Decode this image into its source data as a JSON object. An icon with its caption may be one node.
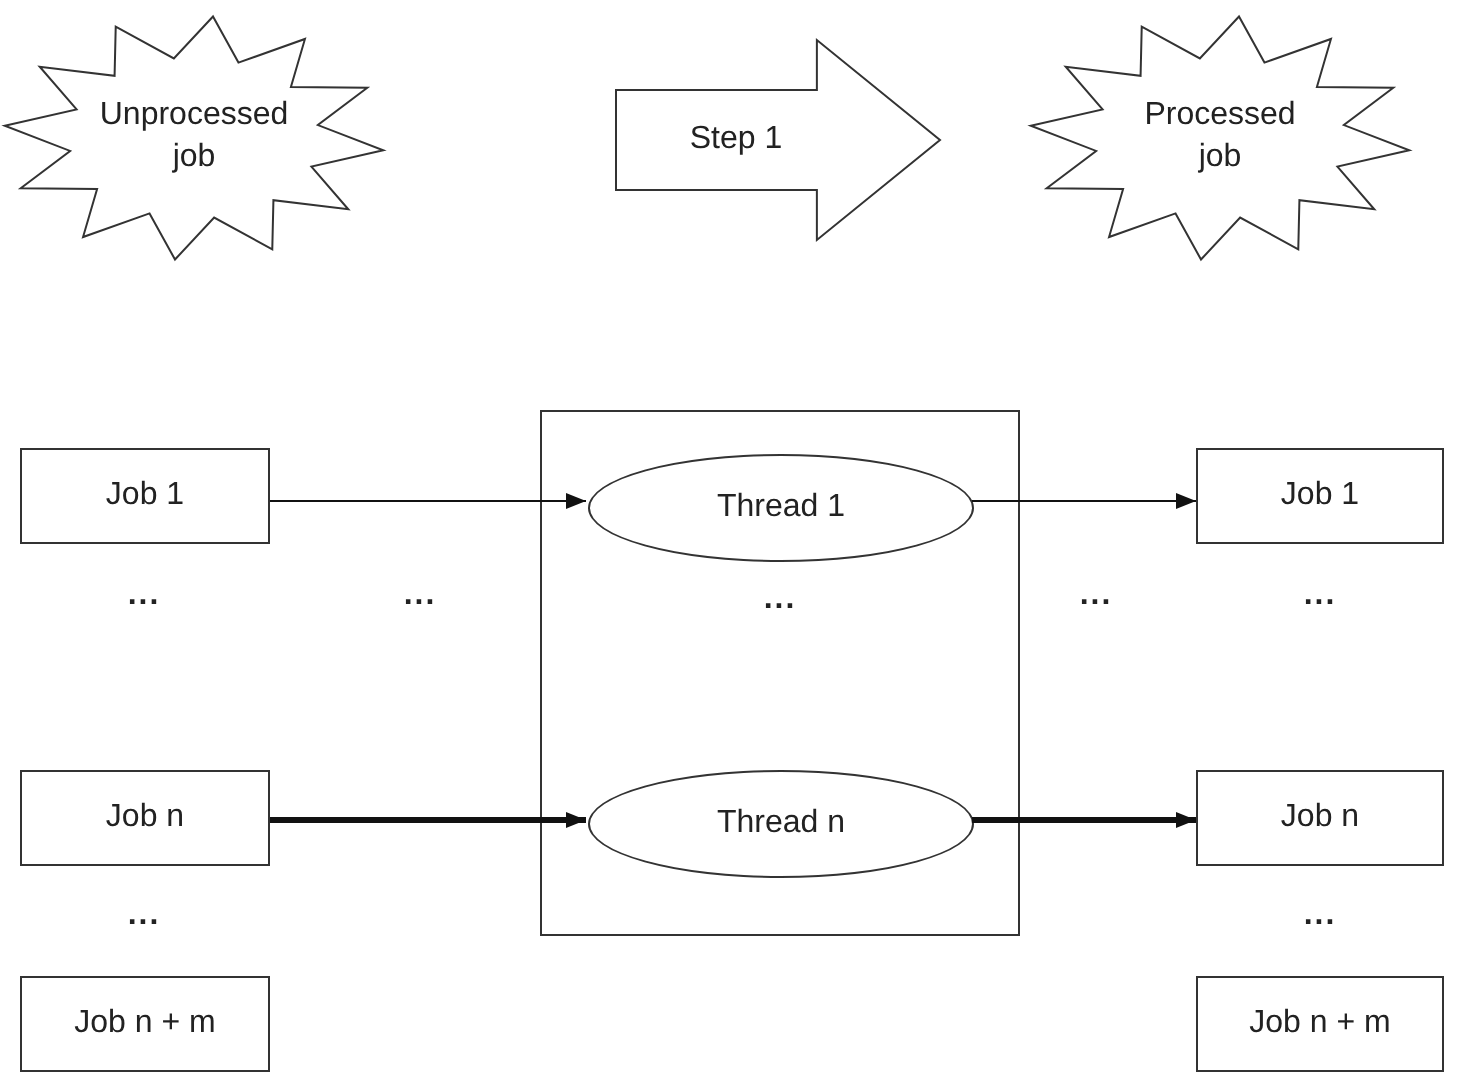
{
  "diagram": {
    "nodes": [
      {
        "text": [
          "Unprocessed job"
        ]
      },
      {
        "text": [
          "Step 1"
        ]
      },
      {
        "text": [
          "Processed job"
        ]
      },
      {
        "text": [
          "Job 1"
        ]
      },
      {
        "text": [
          "Job n"
        ]
      },
      {
        "text": [
          "Job n + m"
        ]
      },
      {
        "text": [],
        "shape": "box"
      },
      {
        "text": [
          "Thread 1"
        ],
        "in": 6
      },
      {
        "text": [
          "Thread n"
        ],
        "in": 6
      },
      {
        "text": [
          "Job 1"
        ]
      },
      {
        "text": [
          "Job n"
        ]
      },
      {
        "text": [
          "Job n + m"
        ]
      }
    ],
    "edges": [
      {
        "from": 3,
        "to": 7,
        "arrow": "to"
      },
      {
        "from": 4,
        "to": 8,
        "arrow": "to",
        "style": "thick"
      },
      {
        "from": 7,
        "to": 9,
        "arrow": "to"
      },
      {
        "from": 8,
        "to": 10,
        "arrow": "to",
        "style": "thick"
      }
    ],
    "labels": [
      "...",
      "...",
      "...",
      "...",
      "...",
      "...",
      "..."
    ]
  }
}
